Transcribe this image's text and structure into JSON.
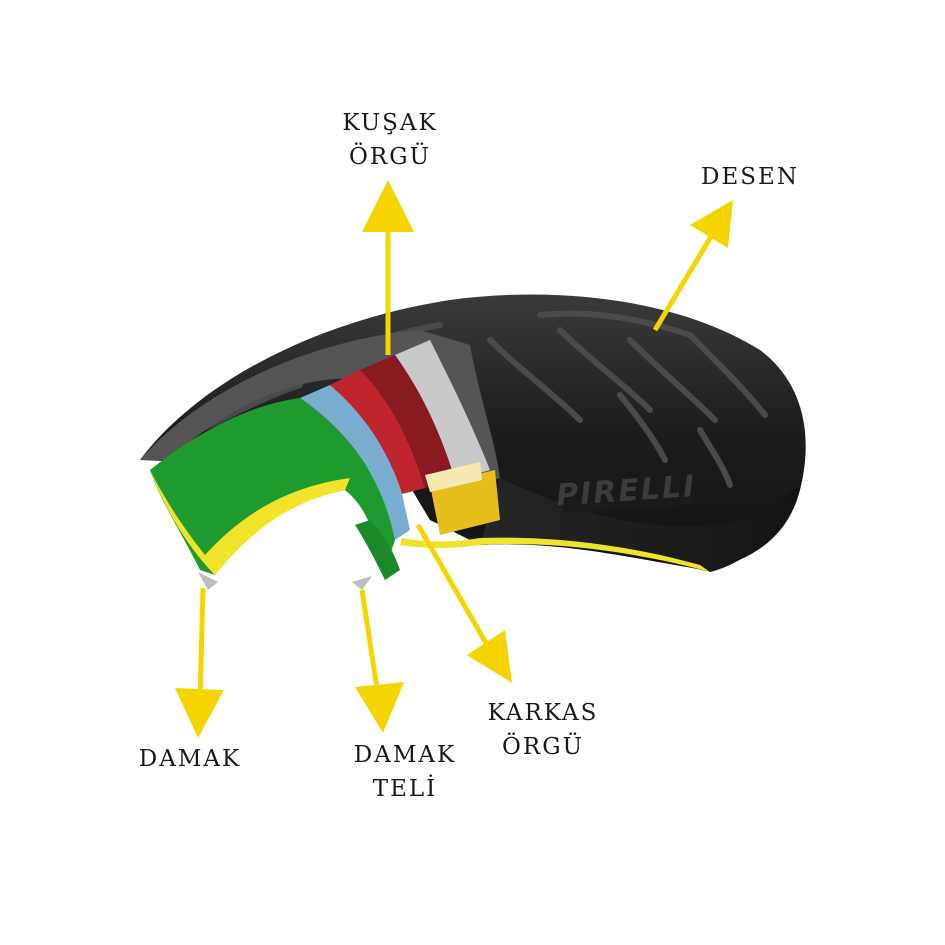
{
  "brand": "PIRELLI",
  "labels": {
    "kusak_orgu": [
      "KUŞAK",
      "ÖRGÜ"
    ],
    "desen": [
      "DESEN"
    ],
    "damak": [
      "DAMAK"
    ],
    "damak_teli": [
      "DAMAK",
      "TELİ"
    ],
    "karkas_orgu": [
      "KARKAS",
      "ÖRGÜ"
    ]
  },
  "colors": {
    "arrow": "#f5d400",
    "tread": "#1e1e1e",
    "inner_liner": "#1f9a2e",
    "carcass_ply": "#7aaed0",
    "belt_ply": "#b0202a",
    "bead_filler": "#e6bf1f",
    "bead_zone": "#f0e32a",
    "label_text": "#1a1a1a"
  }
}
